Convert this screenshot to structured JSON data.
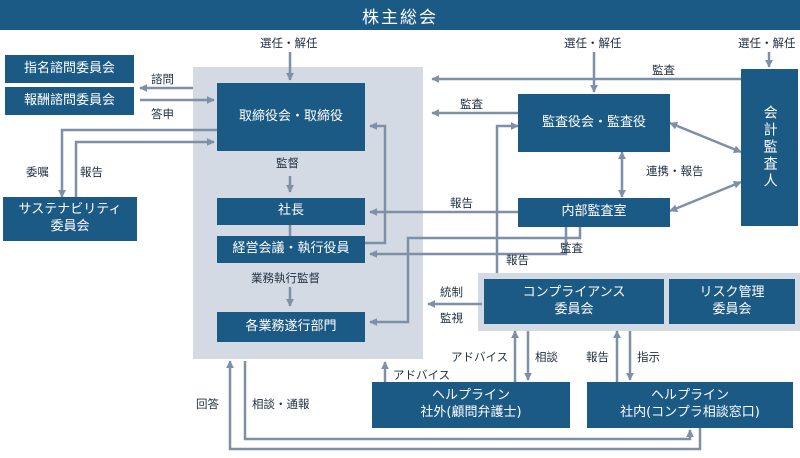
{
  "colors": {
    "box": "#1c5a86",
    "line": "#7e8fa8",
    "panel": "#d4dae4",
    "label": "#1f2f3f"
  },
  "header": {
    "title": "株主総会"
  },
  "boxes": {
    "nominating": "指名諮問委員会",
    "compensation": "報酬諮問委員会",
    "board": "取締役会・取締役",
    "audit_board": "監査役会・監査役",
    "accounting_auditor": "会計監査人",
    "president": "社長",
    "executive": "経営会議・執行役員",
    "internal_audit": "内部監査室",
    "departments": "各業務遂行部門",
    "sustainability_line1": "サステナビリティ",
    "sustainability_line2": "委員会",
    "compliance_line1": "コンプライアンス",
    "compliance_line2": "委員会",
    "risk_line1": "リスク管理",
    "risk_line2": "委員会",
    "helpline_external_line1": "ヘルプライン",
    "helpline_external_line2": "社外(顧問弁護士)",
    "helpline_internal_line1": "ヘルプライン",
    "helpline_internal_line2": "社内(コンプラ相談窓口)"
  },
  "labels": {
    "elect_board": "選任・解任",
    "elect_audit": "選任・解任",
    "elect_auditor": "選任・解任",
    "audit_top": "監査",
    "consult": "諮問",
    "report_back": "答申",
    "audit_board_to_board": "監査",
    "commission": "委嘱",
    "report_sustain": "報告",
    "supervise": "監督",
    "cooperate_report": "連携・報告",
    "report_internal": "報告",
    "audit_internal": "監査",
    "report_compliance": "報告",
    "execution_supervision": "業務執行監督",
    "control": "統制",
    "monitor": "監視",
    "advice_1": "アドバイス",
    "advice_2": "アドバイス",
    "consultation": "相談",
    "report_helpline": "報告",
    "instruction": "指示",
    "answer": "回答",
    "consult_whistle": "相談・通報"
  }
}
